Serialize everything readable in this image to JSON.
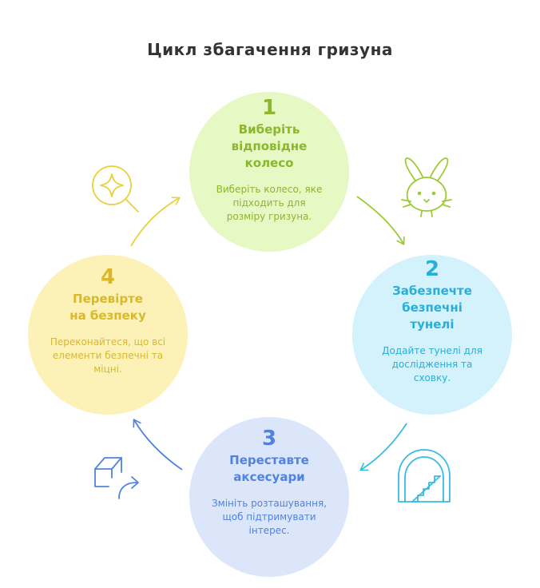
{
  "title": "Цикл збагачення гризуна",
  "colors": {
    "step1_fill": "#E6F8C4",
    "step1_text": "#8CB62D",
    "step2_fill": "#D4F2FB",
    "step2_text": "#28AED8",
    "step3_fill": "#DCE6FB",
    "step3_text": "#4F83E0",
    "step4_fill": "#FCF2B8",
    "step4_text": "#D9B82A"
  },
  "steps": [
    {
      "number": "1",
      "heading": "Виберіть відповідне колесо",
      "description": "Виберіть колесо, яке підходить для розміру гризуна.",
      "icon": "rabbit-icon"
    },
    {
      "number": "2",
      "heading": "Забезпечте безпечні тунелі",
      "description": "Додайте тунелі для дослідження та сховку.",
      "icon": "tunnel-icon"
    },
    {
      "number": "3",
      "heading": "Переставте аксесуари",
      "description": "Змініть розташування, щоб підтримувати інтерес.",
      "icon": "box-arrow-icon"
    },
    {
      "number": "4",
      "heading": "Перевірте на безпеку",
      "description": "Переконайтеся, що всі елементи безпечні та міцні.",
      "icon": "sparkle-search-icon"
    }
  ]
}
